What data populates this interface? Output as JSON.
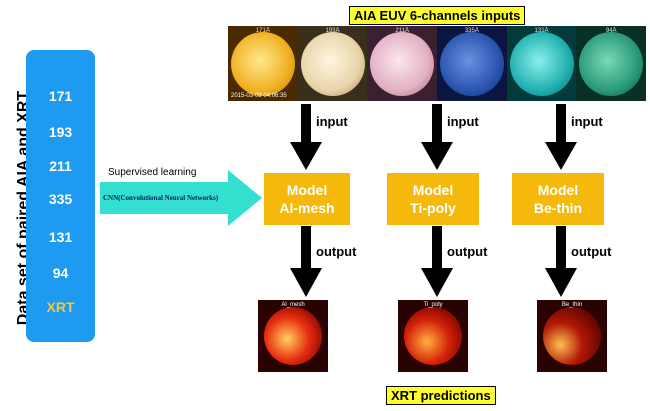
{
  "side_title": "Data set of paired AIA and XRT",
  "channels": [
    "171",
    "193",
    "211",
    "335",
    "131",
    "94",
    "XRT"
  ],
  "inputs_header": "AIA EUV 6-channels inputs",
  "euv_images": [
    {
      "wavelength": "171Å",
      "color": "#f0b020"
    },
    {
      "wavelength": "193Å",
      "color": "#e8d4a8"
    },
    {
      "wavelength": "211Å",
      "color": "#e2b0c2"
    },
    {
      "wavelength": "335Å",
      "color": "#2a55b0"
    },
    {
      "wavelength": "131Å",
      "color": "#20b0b0"
    },
    {
      "wavelength": "94Å",
      "color": "#2a9a78"
    }
  ],
  "timestamp": "2015-03-08 04:06:35",
  "supervised_label": "Supervised learning",
  "cnn_label": "CNN(Convolutional Neural Networks)",
  "models": [
    {
      "line1": "Model",
      "line2": "Al-mesh",
      "input": "input",
      "output": "output",
      "pred_caption": "Al_mesh"
    },
    {
      "line1": "Model",
      "line2": "Ti-poly",
      "input": "input",
      "output": "output",
      "pred_caption": "Ti_poly"
    },
    {
      "line1": "Model",
      "line2": "Be-thin",
      "input": "input",
      "output": "output",
      "pred_caption": "Be_thin"
    }
  ],
  "predictions_label": "XRT predictions",
  "colors": {
    "dataset_panel": "#1e9bf0",
    "model_box": "#f5b90c",
    "arrow_cyan": "#33e0d0",
    "label_bg": "#ffff2e"
  }
}
